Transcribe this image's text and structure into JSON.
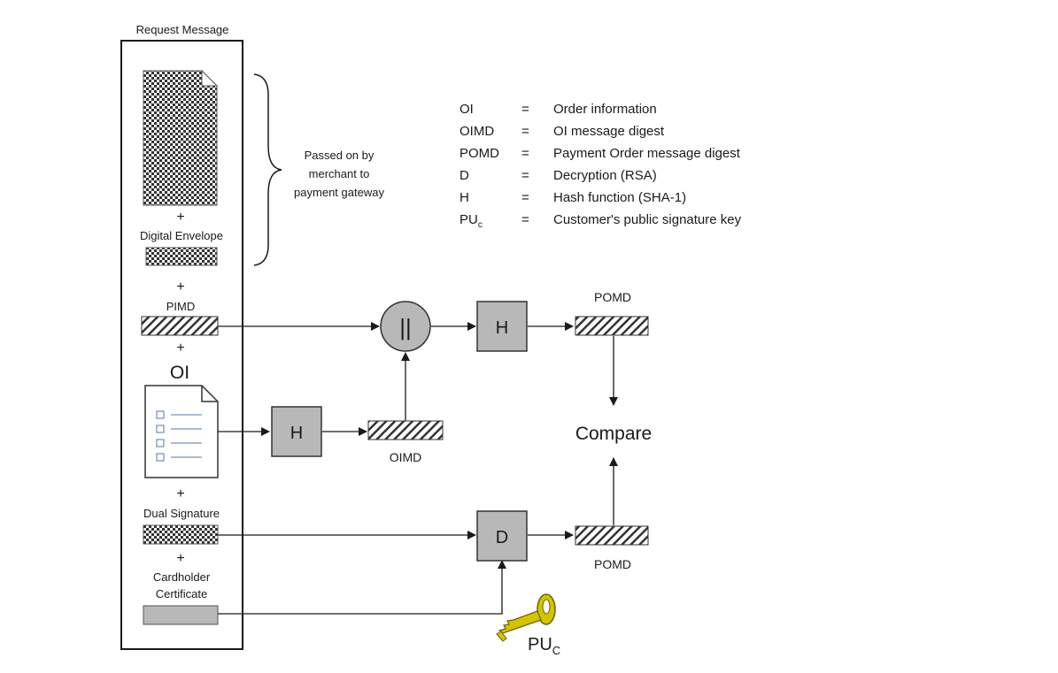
{
  "request_message": {
    "title": "Request Message",
    "plus": "+",
    "digital_envelope": "Digital Envelope",
    "pimd": "PIMD",
    "oi": "OI",
    "dual_signature": "Dual Signature",
    "cardholder_certificate_line1": "Cardholder",
    "cardholder_certificate_line2": "Certificate"
  },
  "brace_note": {
    "line1": "Passed on by",
    "line2": "merchant to",
    "line3": "payment gateway"
  },
  "legend": [
    {
      "abbr": "OI",
      "eq": "=",
      "desc": "Order information"
    },
    {
      "abbr": "OIMD",
      "eq": "=",
      "desc": "OI message digest"
    },
    {
      "abbr": "POMD",
      "eq": "=",
      "desc": "Payment Order message digest"
    },
    {
      "abbr": "D",
      "eq": "=",
      "desc": "Decryption (RSA)"
    },
    {
      "abbr": "H",
      "eq": "=",
      "desc": "Hash function (SHA-1)"
    },
    {
      "abbr": "PU",
      "sub": "c",
      "eq": "=",
      "desc": "Customer's public signature key"
    }
  ],
  "blocks": {
    "concat": "||",
    "hash": "H",
    "decrypt": "D"
  },
  "labels": {
    "oimd": "OIMD",
    "pomd": "POMD",
    "compare": "Compare",
    "key": "PU",
    "key_sub": "C"
  },
  "colors": {
    "box_fill": "#b8b8b8",
    "key_fill": "#d4c300",
    "line": "#1a1a1a"
  }
}
